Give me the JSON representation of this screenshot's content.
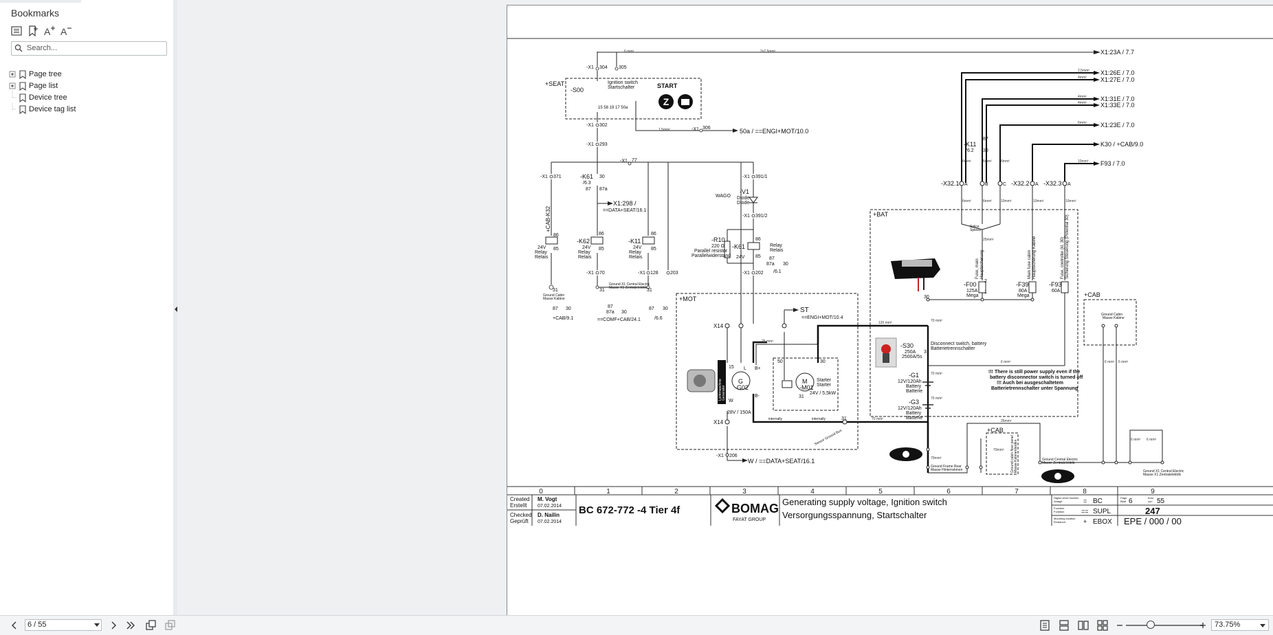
{
  "sidebar": {
    "title": "Bookmarks",
    "search": {
      "placeholder": "Search...",
      "value": ""
    },
    "tools": [
      "list-icon",
      "add-bookmark-icon",
      "font-larger-icon",
      "font-smaller-icon"
    ],
    "tree": [
      {
        "label": "Page tree",
        "expandable": true
      },
      {
        "label": "Page list",
        "expandable": true
      },
      {
        "label": "Device tree",
        "expandable": false
      },
      {
        "label": "Device tag list",
        "expandable": false
      }
    ]
  },
  "toolbar": {
    "page_value": "6 / 55",
    "zoom_value": "73.75%"
  },
  "schematic": {
    "columns": [
      "0",
      "1",
      "2",
      "3",
      "4",
      "5",
      "6",
      "7",
      "8",
      "9"
    ],
    "wire_refs": {
      "x1_23a": "X1:23A / 7.7",
      "x1_26e": "X1:26E / 7.0",
      "x1_27e": "X1:27E / 7.0",
      "x1_31e": "X1:31E / 7.0",
      "x1_33e": "X1:33E / 7.0",
      "x1_23e": "X1:23E / 7.0",
      "k30": "K30 / +CAB/9.0",
      "f93": "F93 / 7.0",
      "x1_298": "X1:298 /",
      "x1_298_b": "==DATA+SEAT/16.1",
      "w_ref": "W / ==DATA+SEAT/16.1",
      "x50a": "50a / ==ENGI+MOT/10.0",
      "st": "ST",
      "st_b": "==ENGI+MOT/10.4"
    },
    "gauges": {
      "g2x15": "2x2,5mm²",
      "g25_a": "2,5mm²",
      "g4_a": "4mm²",
      "g4_b": "4mm²",
      "g4_c": "4mm²",
      "g6_a": "6mm²",
      "g6_b": "6mm²",
      "g6_c": "6mm²",
      "g6_d": "6mm²",
      "g6_e": "6mm²",
      "g6_f": "6mm²",
      "g10_a": "10mm²",
      "g10_b": "10mm²",
      "g10_c": "10mm²",
      "g10_d": "10mm²",
      "g15": "1,5mm²",
      "g25mm": "25mm²",
      "g25mm_b": "25 mm²",
      "g120": "120 mm²",
      "g70_a": "70 mm²",
      "g70_b": "70 mm²",
      "g70_c": "70 mm²",
      "g70_d": "70 mm²",
      "g70_e": "70mm²",
      "g70_f": "70mm²",
      "g25mm_c": "25mm²",
      "g6_g": "6 mm²",
      "g6_h": "6 mm²",
      "g6_i": "6 mm²",
      "g6_j": "6 mm²",
      "g6_k": "6 mm²",
      "g6_l": "6 mm²"
    },
    "nodes": {
      "x1_304": "-X1",
      "n304": "304",
      "n305": "305",
      "x1_302": "-X1",
      "n302": "302",
      "x1_293": "-X1",
      "n293": "293",
      "x1_77": "-X1",
      "n77": "77",
      "x1_306": "-X1",
      "n306": "306",
      "x1_371": "-X1",
      "n371": "371",
      "x1_70": "-X1",
      "n70": "70",
      "x1_128": "-X1",
      "n128": "128",
      "n203": "203",
      "x1_3911": "-X1",
      "n3911": "391/1",
      "x1_3912": "-X1",
      "n3912": "391/2",
      "x1_202": "-X1",
      "n202": "202",
      "x1_206": "-X1",
      "n206": "206",
      "x14_a": "X14",
      "x14_b": "X14"
    },
    "components": {
      "seat": "+SEAT",
      "s00": "-S00",
      "s00_a": "Ignition switch",
      "s00_b": "Startschalter",
      "start": "START",
      "s00_contacts": "15  58  19 17 50a",
      "k61": "-K61",
      "k61_ref": "/6.3",
      "k61_87": "87",
      "k61_87a": "87a",
      "k61_30": "30",
      "cab_k32": "+CAB-K32",
      "r1_86": "86",
      "r1_85": "85",
      "r1_v": "24V",
      "r1_a": "Relay",
      "r1_b": "Relais",
      "k62": "-K62",
      "k62_86": "86",
      "k62_85": "85",
      "k62_v": "24V",
      "k62_a": "Relay",
      "k62_b": "Relais",
      "k11b": "-K11",
      "k11b_86": "86",
      "k11b_85": "85",
      "k11b_v": "24V",
      "k11b_a": "Relay",
      "k11b_b": "Relais",
      "gnd_cabin": "Ground Cabin",
      "gnd_cabin_b": "Masse Kabine",
      "gnd_x1": "Ground X1 Central Electric",
      "gnd_x1_b": "Masse X1 Zentralelektrik",
      "c87_1": "87",
      "c30_1": "30",
      "c_ref1": "+CAB/9.1",
      "c87_2": "87",
      "c87a_2": "87a",
      "c30_2": "30",
      "c_ref2": "==COMF+CAB/24.1",
      "c87_3": "87",
      "c30_3": "30",
      "c_ref3": "/6.6",
      "n31_a": "31",
      "n31_b": "31",
      "n31_c": "31",
      "wago": "WAGO",
      "v1": "-V1",
      "v1_a": "Diode",
      "v1_b": "Diode",
      "r10": "-R10",
      "r10_v": "220 Ω",
      "r10_a": "Parallel resistor",
      "r10_b": "Parallelwiderstand",
      "k61b": "-K61",
      "k61b_v": "24V",
      "k61b_a": "Relay",
      "k61b_b": "Relais",
      "k61b_86": "86",
      "k61b_85": "85",
      "k61b_87": "87",
      "k61b_87a": "87a",
      "k61b_30": "30",
      "k61b_ref": "/6.1",
      "mot": "+MOT",
      "g02": "-G02",
      "g_letter": "G",
      "g02_rating": "28V / 150A",
      "g02_b": "B+",
      "g02_bm": "B-",
      "g02_l": "L",
      "g02_w": "W",
      "g02_15": "15",
      "m01": "-M01",
      "m_letter": "M",
      "m01_a": "Starter",
      "m01_b": "Starter",
      "m01_rating": "24V / 5,5kW",
      "m01_50": "50",
      "m01_30": "30",
      "m01_31": "31",
      "internally_a": "internally",
      "internally_b": "internally",
      "n31_d": "31",
      "sensor_note": "Sensor Ground Bus",
      "fw_a": "Generator",
      "fw_b": "Lichtmaschine",
      "k11": "-K11",
      "k11_ref": "/6.2",
      "k11_87": "87",
      "k11_30": "30",
      "x32_1": "-X32.1",
      "x32_2": "-X32.2",
      "x32_3": "-X32.3",
      "pa": "A",
      "pb": "B",
      "pc": "C",
      "pa2": "A",
      "pa3": "A",
      "splice": "Splice",
      "splice_b": "Spleiss",
      "bat": "+BAT",
      "f00": "-F00",
      "f00_v": "125A",
      "f00_t": "Mega",
      "f00_a": "Fuse, main",
      "f00_b": "Hauptsicherung",
      "f39": "-F39",
      "f39_v": "80A",
      "f39_t": "Mega",
      "f39_a": "Main fuse cabin",
      "f39_b": "Hauptsicherung Kabine",
      "f93": "-F93",
      "f93_v": "60A",
      "f93_a": "Fuse, controller (kl. 30)",
      "f93_b": "Sicherung Steuerung (Potential 30)",
      "s30": "-S30",
      "s30_v": "250A",
      "s30_v2": "2500A/5s",
      "s30_a": "Disconnect switch, battery",
      "s30_b": "Batterietrennschalter",
      "g1": "-G1",
      "g1_v": "12V/120Ah",
      "g1_a": "Battery",
      "g1_b": "Batterie",
      "g3": "-G3",
      "g3_v": "12V/120Ah",
      "g3_a": "Battery",
      "g3_b": "Batterie",
      "warn1": "!!! There is still power supply even if the",
      "warn2": "battery disconnector switch is turned off",
      "warn3": "!!! Auch bei ausgeschaltetem",
      "warn4": "Batterietrennschalter unter Spannung",
      "cab1": "+CAB",
      "cab1_g": "Ground Cabin",
      "cab1_gb": "Masse Kabine",
      "cab2": "+CAB",
      "cab2_g": "Ground cabin floor panel",
      "cab2_gb": "Masse Kabinenboden",
      "gfr": "Ground Frame Rear",
      "gfr_b": "Masse Hinterrahmen",
      "gce": "Ground Central Electric",
      "gce_b": "Masse Zentralelektrik",
      "gx1": "Ground X1 Central Electric",
      "gx1_b": "Masse X1 Zentralelektrik",
      "n2": "2",
      "n1": "1",
      "n3": "3",
      "n30": "30"
    },
    "title_block": {
      "created_label": "Created",
      "created_label_de": "Erstellt",
      "created_by": "M. Vogt",
      "created_date": "07.02.2014",
      "checked_label": "Checked",
      "checked_label_de": "Geprüft",
      "checked_by": "D. Nailin",
      "checked_date": "07.02.2014",
      "project": "BC 672-772 -4 Tier 4f",
      "brand": "BOMAG",
      "brand_sub": "FAYAT GROUP",
      "desc_en": "Generating supply voltage, Ignition switch",
      "desc_de": "Versorgungsspannung, Startschalter",
      "f1_label": "Higher-level function",
      "f1_label_de": "Anlage",
      "f1_prefix": "=",
      "f1_value": "BC",
      "f2_label": "Function",
      "f2_label_de": "Funktion",
      "f2_prefix": "==",
      "f2_value": "SUPL",
      "f3_label": "Mounting location",
      "f3_label_de": "Einbauort",
      "f3_prefix": "+",
      "f3_value": "EBOX",
      "page_label": "Page",
      "page_label_de": "Blatt",
      "page_value": "6",
      "of_label": "from",
      "of_label_de": "von",
      "total_pages": "55",
      "doc_number": "247",
      "doc_code": "EPE / 000 / 00"
    }
  }
}
